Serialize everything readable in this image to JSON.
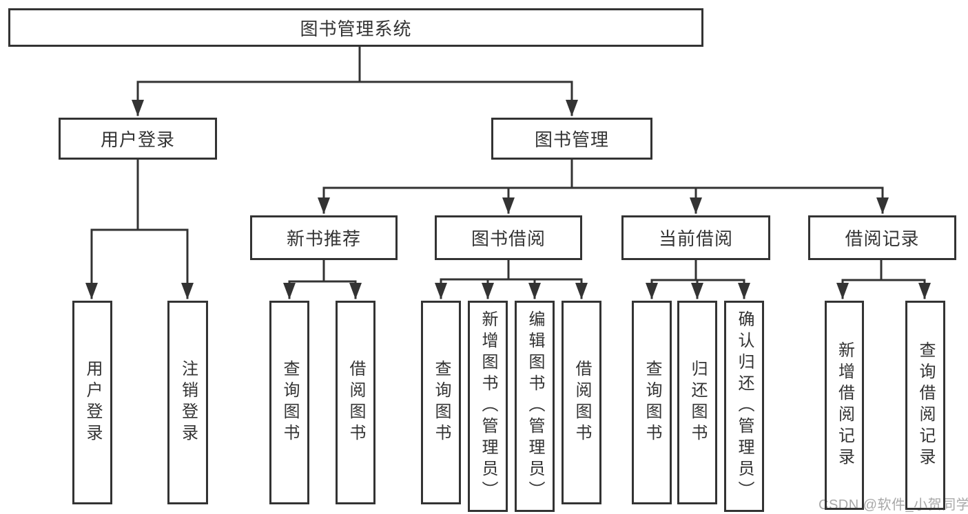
{
  "diagram": {
    "root": {
      "label": "图书管理系统"
    },
    "branches": [
      {
        "label": "用户登录",
        "children": [
          {
            "label": "用户登录"
          },
          {
            "label": "注销登录"
          }
        ]
      },
      {
        "label": "图书管理",
        "children": [
          {
            "label": "新书推荐",
            "children": [
              {
                "label": "查询图书"
              },
              {
                "label": "借阅图书"
              }
            ]
          },
          {
            "label": "图书借阅",
            "children": [
              {
                "label": "查询图书"
              },
              {
                "label": "新增图书（管理员）"
              },
              {
                "label": "编辑图书（管理员）"
              },
              {
                "label": "借阅图书"
              }
            ]
          },
          {
            "label": "当前借阅",
            "children": [
              {
                "label": "查询图书"
              },
              {
                "label": "归还图书"
              },
              {
                "label": "确认归还（管理员）"
              }
            ]
          },
          {
            "label": "借阅记录",
            "children": [
              {
                "label": "新增借阅记录"
              },
              {
                "label": "查询借阅记录"
              }
            ]
          }
        ]
      }
    ]
  },
  "watermark": {
    "text": "CSDN @软件_小贺同学"
  },
  "colors": {
    "line": "#333333",
    "box_border": "#333333",
    "text": "#333333",
    "background": "#ffffff",
    "watermark": "#a8a8a8"
  }
}
